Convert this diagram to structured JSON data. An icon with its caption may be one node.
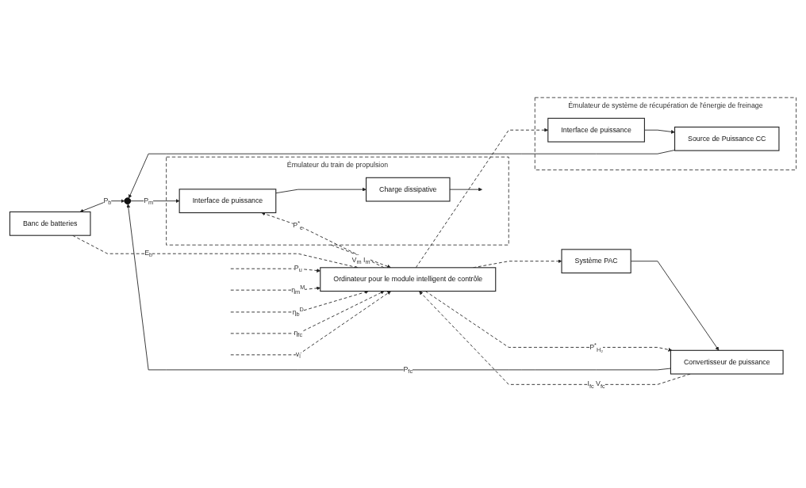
{
  "diagram": {
    "nodes": [
      {
        "text": [
          "Banc de batteries"
        ]
      },
      {
        "text": [
          "Système PAC"
        ]
      },
      {
        "text": [
          "Convertisseur de puissance"
        ]
      },
      {
        "text": [],
        "shape": "circle"
      },
      {
        "text": [
          "Émulateur de système de récupération de l'énergie de freinage"
        ]
      },
      {
        "text": [
          "Source de Puissance CC"
        ],
        "in": 4
      },
      {
        "text": [
          "Interface de puissance"
        ],
        "in": 4
      },
      {
        "text": [
          "Émulateur du train de propulsion"
        ]
      },
      {
        "text": [
          "Interface de puissance"
        ],
        "in": 7
      },
      {
        "text": [
          "Charge dissipative"
        ],
        "in": 7
      },
      {
        "text": [
          "Ordinateur pour le module intelligent de contrôle"
        ]
      }
    ],
    "edges": [
      {
        "from": 1,
        "to": 2,
        "arrow": "to"
      },
      {
        "from": 2,
        "to": 3,
        "arrow": "to",
        "label": "P$_{fc}$"
      },
      {
        "from": 0,
        "to": 3,
        "arrow": "both",
        "label": "P$_{b}$"
      },
      {
        "from": 5,
        "to": 3,
        "arrow": "to"
      },
      {
        "from": 6,
        "to": 5,
        "arrow": "to"
      },
      {
        "from": 3,
        "to": 8,
        "arrow": "to",
        "label": "P$_{m}$"
      },
      {
        "from": 8,
        "to": 9,
        "arrow": "to"
      },
      {
        "from": 9,
        "to": null,
        "arrow": "to"
      },
      {
        "from": 10,
        "to": 1,
        "arrow": "to",
        "style": "dashed"
      },
      {
        "from": 10,
        "to": 2,
        "arrow": "to",
        "style": "dashed",
        "label": "P$^{*}$$_{H₂}$"
      },
      {
        "from": 2,
        "to": 10,
        "arrow": "to",
        "style": "dashed",
        "label": "I$_{fc}$ V$_{fc}$"
      },
      {
        "from": 0,
        "to": 10,
        "arrow": "to",
        "style": "dashed",
        "label": "E$_{b}$"
      },
      {
        "from": null,
        "to": 10,
        "arrow": "to",
        "style": "dashed",
        "label": "P$_{u}$"
      },
      {
        "from": null,
        "to": 10,
        "arrow": "to",
        "style": "dashed",
        "label": "η$_{m}$$^{M}$"
      },
      {
        "from": null,
        "to": 10,
        "arrow": "to",
        "style": "dashed",
        "label": "η$_{b}$$^{D}$"
      },
      {
        "from": null,
        "to": 10,
        "arrow": "to",
        "style": "dashed",
        "label": "η$_{fc}$"
      },
      {
        "from": null,
        "to": 10,
        "arrow": "to",
        "style": "dashed",
        "label": "v$_{l}$"
      },
      {
        "from": 7,
        "to": 10,
        "arrow": "to",
        "style": "dashed",
        "label": "V$_{m}$ I$_{m}$"
      },
      {
        "from": 10,
        "to": 8,
        "arrow": "to",
        "style": "dashed",
        "label": "P$^{*}$$_{e}$"
      },
      {
        "from": 10,
        "to": 6,
        "arrow": "to",
        "style": "dashed"
      }
    ]
  }
}
